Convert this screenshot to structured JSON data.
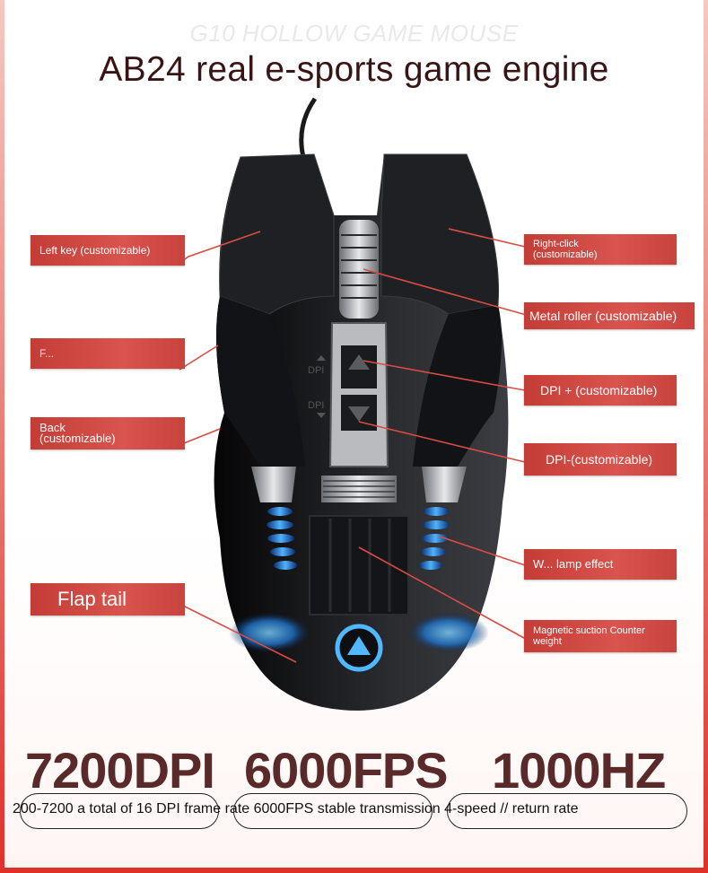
{
  "header": {
    "subtitle": "G10 HOLLOW GAME MOUSE",
    "title": "AB24 real e-sports game engine"
  },
  "mouse": {
    "dpi_up_label": "DPI",
    "dpi_down_label": "DPI"
  },
  "callouts": {
    "left_key": "Left key (customizable)",
    "forward": "F...",
    "back": "Back (customizable)",
    "flap_tail": "Flap tail",
    "right_click": "Right-click (customizable)",
    "metal_roller": "Metal roller (customizable)",
    "dpi_plus": "DPI + (customizable)",
    "dpi_minus": "DPI-(customizable)",
    "lamp_effect": "W... lamp effect",
    "magnetic": "Magnetic suction Counter weight"
  },
  "stats": {
    "dpi": "7200DPI",
    "fps": "6000FPS",
    "hz": "1000HZ",
    "description": "200-7200 a total of 16 DPI frame rate 6000FPS stable transmission 4-speed // return rate"
  },
  "colors": {
    "callout_red": "#c43c36",
    "headline": "#3a1414",
    "stat": "#5a2a2a"
  }
}
